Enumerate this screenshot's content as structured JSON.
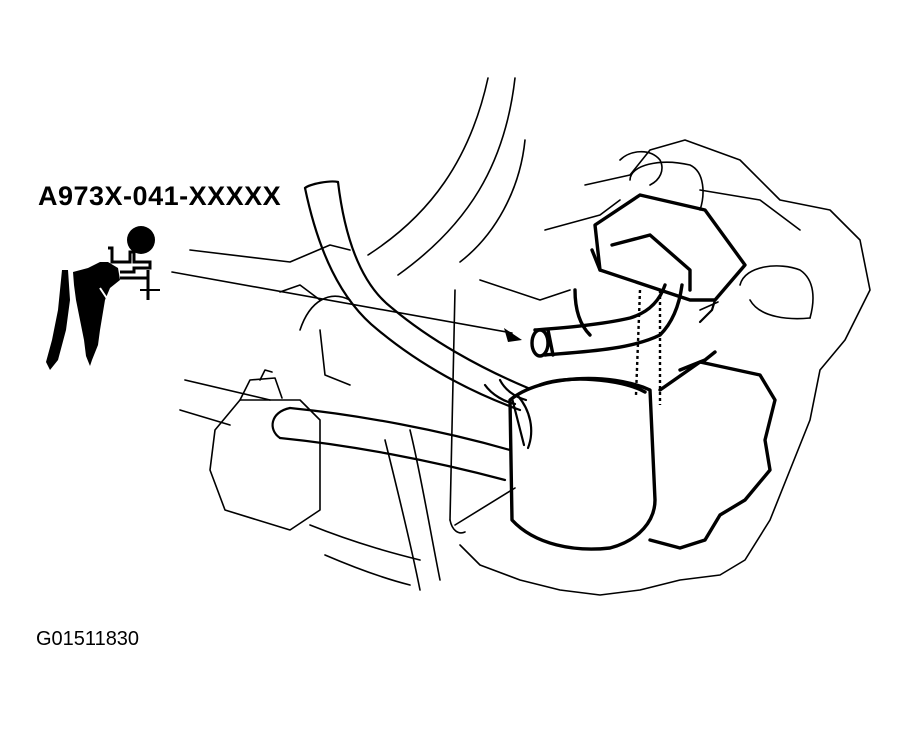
{
  "diagram": {
    "tool_part_number": "A973X-041-XXXXX",
    "figure_id": "G01511830"
  },
  "icons": {
    "vacuum_pump": "vacuum-pump-gauge-icon",
    "pointer": "leader-arrow"
  }
}
